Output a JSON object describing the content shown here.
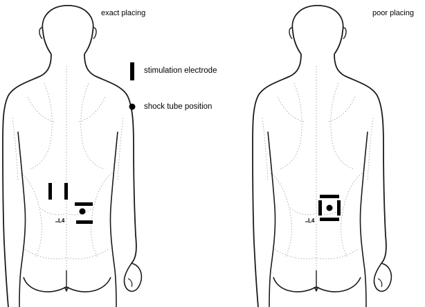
{
  "titles": {
    "left": "exact placing",
    "right": "poor placing"
  },
  "legend": {
    "electrode_label": "stimulation electrode",
    "shock_label": "shock tube position"
  },
  "vertebra_label": "L4",
  "colors": {
    "outline": "#1a1a1a",
    "detail": "#9a9a9a",
    "marker": "#000000"
  }
}
